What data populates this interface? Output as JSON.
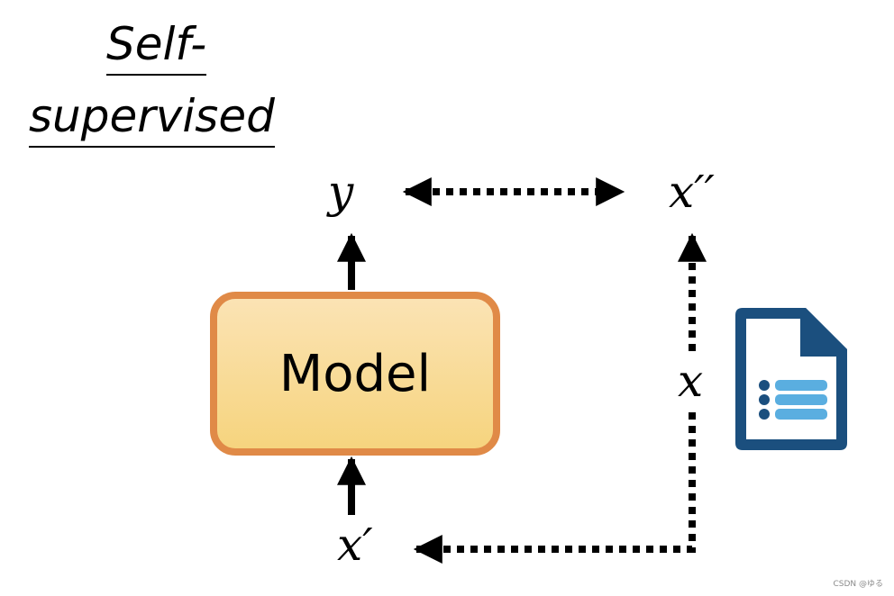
{
  "title": {
    "line1": "Self-",
    "line2": "supervised"
  },
  "model": {
    "label": "Model",
    "fill_top": "#fbe3b4",
    "fill_bottom": "#f6d47e",
    "border_color": "#e08a47"
  },
  "variables": {
    "output": "y",
    "target": "x′′",
    "source": "x",
    "input": "x′"
  },
  "icons": {
    "document": "document-list-icon"
  },
  "colors": {
    "document_dark": "#1b4f7e",
    "document_light": "#5aaee0"
  },
  "watermark": "CSDN @ゆる"
}
